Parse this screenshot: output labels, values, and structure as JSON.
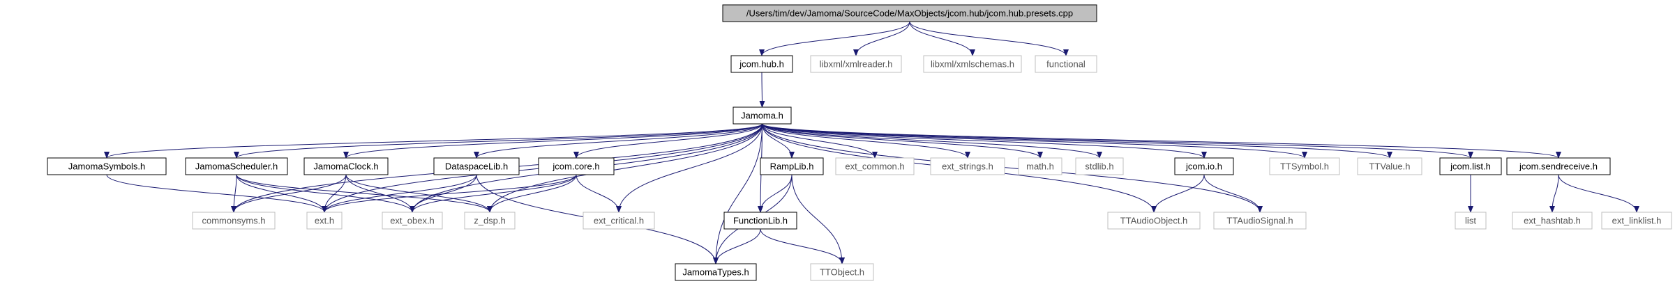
{
  "colors": {
    "edge": "#191970",
    "root_fill": "#bfbfbf",
    "documented_border": "#000000",
    "external_border": "#bfbfbf",
    "external_text": "#555555",
    "text": "#000000"
  },
  "nodes": [
    {
      "id": "root",
      "label": "/Users/tim/dev/Jamoma/SourceCode/MaxObjects/jcom.hub/jcom.hub.presets.cpp",
      "kind": "root"
    },
    {
      "id": "jcomhub",
      "label": "jcom.hub.h",
      "kind": "documented"
    },
    {
      "id": "xmlreader",
      "label": "libxml/xmlreader.h",
      "kind": "external"
    },
    {
      "id": "xmlschemas",
      "label": "libxml/xmlschemas.h",
      "kind": "external"
    },
    {
      "id": "functional",
      "label": "functional",
      "kind": "external"
    },
    {
      "id": "jamoma",
      "label": "Jamoma.h",
      "kind": "documented"
    },
    {
      "id": "jsymbols",
      "label": "JamomaSymbols.h",
      "kind": "documented"
    },
    {
      "id": "jsched",
      "label": "JamomaScheduler.h",
      "kind": "documented"
    },
    {
      "id": "jclock",
      "label": "JamomaClock.h",
      "kind": "documented"
    },
    {
      "id": "dataspace",
      "label": "DataspaceLib.h",
      "kind": "documented"
    },
    {
      "id": "jcore",
      "label": "jcom.core.h",
      "kind": "documented"
    },
    {
      "id": "ramplib",
      "label": "RampLib.h",
      "kind": "documented"
    },
    {
      "id": "extcommon",
      "label": "ext_common.h",
      "kind": "external"
    },
    {
      "id": "extstrings",
      "label": "ext_strings.h",
      "kind": "external"
    },
    {
      "id": "math",
      "label": "math.h",
      "kind": "external"
    },
    {
      "id": "stdlib",
      "label": "stdlib.h",
      "kind": "external"
    },
    {
      "id": "jcomio",
      "label": "jcom.io.h",
      "kind": "documented"
    },
    {
      "id": "ttsymbol",
      "label": "TTSymbol.h",
      "kind": "external"
    },
    {
      "id": "ttvalue",
      "label": "TTValue.h",
      "kind": "external"
    },
    {
      "id": "jcomlist",
      "label": "jcom.list.h",
      "kind": "documented"
    },
    {
      "id": "jsendrecv",
      "label": "jcom.sendreceive.h",
      "kind": "documented"
    },
    {
      "id": "commonsyms",
      "label": "commonsyms.h",
      "kind": "external"
    },
    {
      "id": "exth",
      "label": "ext.h",
      "kind": "external"
    },
    {
      "id": "extobex",
      "label": "ext_obex.h",
      "kind": "external"
    },
    {
      "id": "zdsp",
      "label": "z_dsp.h",
      "kind": "external"
    },
    {
      "id": "extcritical",
      "label": "ext_critical.h",
      "kind": "external"
    },
    {
      "id": "functionlib",
      "label": "FunctionLib.h",
      "kind": "documented"
    },
    {
      "id": "ttaudioobj",
      "label": "TTAudioObject.h",
      "kind": "external"
    },
    {
      "id": "ttaudiosig",
      "label": "TTAudioSignal.h",
      "kind": "external"
    },
    {
      "id": "list",
      "label": "list",
      "kind": "external"
    },
    {
      "id": "exthashtab",
      "label": "ext_hashtab.h",
      "kind": "external"
    },
    {
      "id": "extlinklist",
      "label": "ext_linklist.h",
      "kind": "external"
    },
    {
      "id": "jtypes",
      "label": "JamomaTypes.h",
      "kind": "documented"
    },
    {
      "id": "ttobject",
      "label": "TTObject.h",
      "kind": "external"
    }
  ],
  "edges": [
    [
      "root",
      "jcomhub"
    ],
    [
      "root",
      "xmlreader"
    ],
    [
      "root",
      "xmlschemas"
    ],
    [
      "root",
      "functional"
    ],
    [
      "jcomhub",
      "jamoma"
    ],
    [
      "jamoma",
      "jsymbols"
    ],
    [
      "jamoma",
      "jsched"
    ],
    [
      "jamoma",
      "jclock"
    ],
    [
      "jamoma",
      "dataspace"
    ],
    [
      "jamoma",
      "jcore"
    ],
    [
      "jamoma",
      "ramplib"
    ],
    [
      "jamoma",
      "extcommon"
    ],
    [
      "jamoma",
      "extstrings"
    ],
    [
      "jamoma",
      "math"
    ],
    [
      "jamoma",
      "stdlib"
    ],
    [
      "jamoma",
      "jcomio"
    ],
    [
      "jamoma",
      "ttsymbol"
    ],
    [
      "jamoma",
      "ttvalue"
    ],
    [
      "jamoma",
      "jcomlist"
    ],
    [
      "jamoma",
      "jsendrecv"
    ],
    [
      "jamoma",
      "commonsyms"
    ],
    [
      "jamoma",
      "exth"
    ],
    [
      "jamoma",
      "extobex"
    ],
    [
      "jamoma",
      "zdsp"
    ],
    [
      "jamoma",
      "extcritical"
    ],
    [
      "jamoma",
      "functionlib"
    ],
    [
      "jamoma",
      "jtypes"
    ],
    [
      "jamoma",
      "ttaudioobj"
    ],
    [
      "jamoma",
      "ttaudiosig"
    ],
    [
      "jsymbols",
      "exth"
    ],
    [
      "jsched",
      "commonsyms"
    ],
    [
      "jsched",
      "exth"
    ],
    [
      "jsched",
      "extobex"
    ],
    [
      "jsched",
      "zdsp"
    ],
    [
      "jclock",
      "commonsyms"
    ],
    [
      "jclock",
      "exth"
    ],
    [
      "jclock",
      "extobex"
    ],
    [
      "jclock",
      "zdsp"
    ],
    [
      "dataspace",
      "exth"
    ],
    [
      "dataspace",
      "extobex"
    ],
    [
      "dataspace",
      "jtypes"
    ],
    [
      "jcore",
      "exth"
    ],
    [
      "jcore",
      "extobex"
    ],
    [
      "jcore",
      "zdsp"
    ],
    [
      "jcore",
      "extcritical"
    ],
    [
      "ramplib",
      "functionlib"
    ],
    [
      "ramplib",
      "jtypes"
    ],
    [
      "ramplib",
      "ttobject"
    ],
    [
      "functionlib",
      "jtypes"
    ],
    [
      "functionlib",
      "ttobject"
    ],
    [
      "jcomio",
      "ttaudioobj"
    ],
    [
      "jcomio",
      "ttaudiosig"
    ],
    [
      "jcomlist",
      "list"
    ],
    [
      "jsendrecv",
      "exthashtab"
    ],
    [
      "jsendrecv",
      "extlinklist"
    ]
  ]
}
